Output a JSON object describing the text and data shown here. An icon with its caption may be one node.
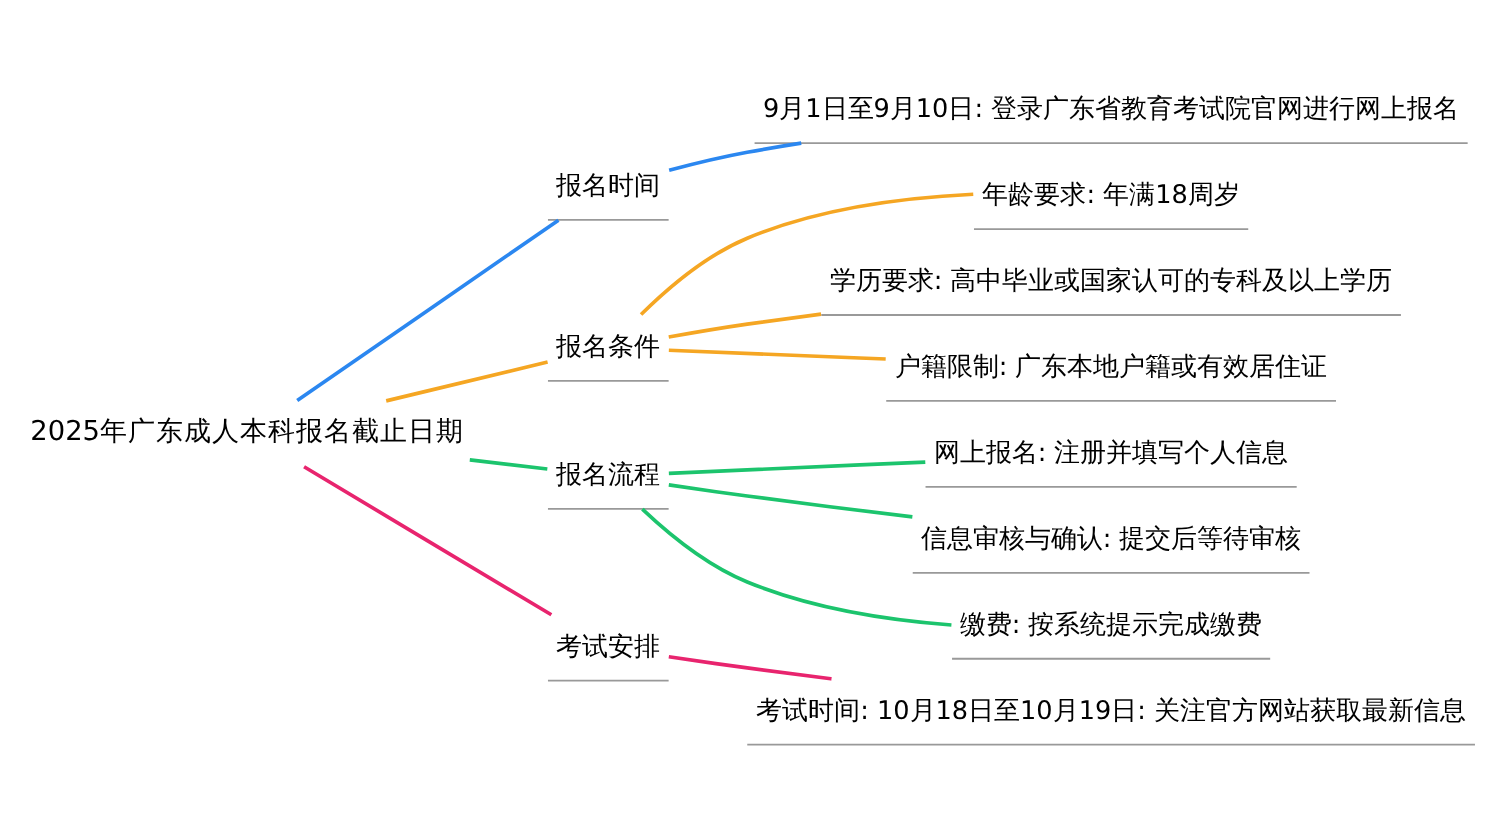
{
  "diagram": {
    "nodes": [
      {
        "text": [
          "2025年广东成人本科报名截止日期"
        ]
      },
      {
        "text": [
          "报名时间"
        ]
      },
      {
        "text": [
          "9月1日至9月10日: 登录广东省教育考试院官网进行网上报名"
        ]
      },
      {
        "text": [
          "报名条件"
        ]
      },
      {
        "text": [
          "年龄要求: 年满18周岁"
        ]
      },
      {
        "text": [
          "学历要求: 高中毕业或国家认可的专科及以上学历"
        ]
      },
      {
        "text": [
          "户籍限制: 广东本地户籍或有效居住证"
        ]
      },
      {
        "text": [
          "报名流程"
        ]
      },
      {
        "text": [
          "网上报名: 注册并填写个人信息"
        ]
      },
      {
        "text": [
          "信息审核与确认: 提交后等待审核"
        ]
      },
      {
        "text": [
          "缴费: 按系统提示完成缴费"
        ]
      },
      {
        "text": [
          "考试安排"
        ]
      },
      {
        "text": [
          "考试时间: 10月18日至10月19日: 关注官方网站获取最新信息"
        ]
      }
    ],
    "edges": [
      {
        "from": 0,
        "to": 1,
        "arrow": "none",
        "color": "#2b87f0"
      },
      {
        "from": 1,
        "to": 2,
        "arrow": "none",
        "color": "#2b87f0"
      },
      {
        "from": 0,
        "to": 3,
        "arrow": "none",
        "color": "#f5a623"
      },
      {
        "from": 3,
        "to": 4,
        "arrow": "none",
        "color": "#f5a623"
      },
      {
        "from": 3,
        "to": 5,
        "arrow": "none",
        "color": "#f5a623"
      },
      {
        "from": 3,
        "to": 6,
        "arrow": "none",
        "color": "#f5a623"
      },
      {
        "from": 0,
        "to": 7,
        "arrow": "none",
        "color": "#1cc46d"
      },
      {
        "from": 7,
        "to": 8,
        "arrow": "none",
        "color": "#1cc46d"
      },
      {
        "from": 7,
        "to": 9,
        "arrow": "none",
        "color": "#1cc46d"
      },
      {
        "from": 7,
        "to": 10,
        "arrow": "none",
        "color": "#1cc46d"
      },
      {
        "from": 0,
        "to": 11,
        "arrow": "none",
        "color": "#e8246e"
      },
      {
        "from": 11,
        "to": 12,
        "arrow": "none",
        "color": "#e8246e"
      }
    ]
  }
}
